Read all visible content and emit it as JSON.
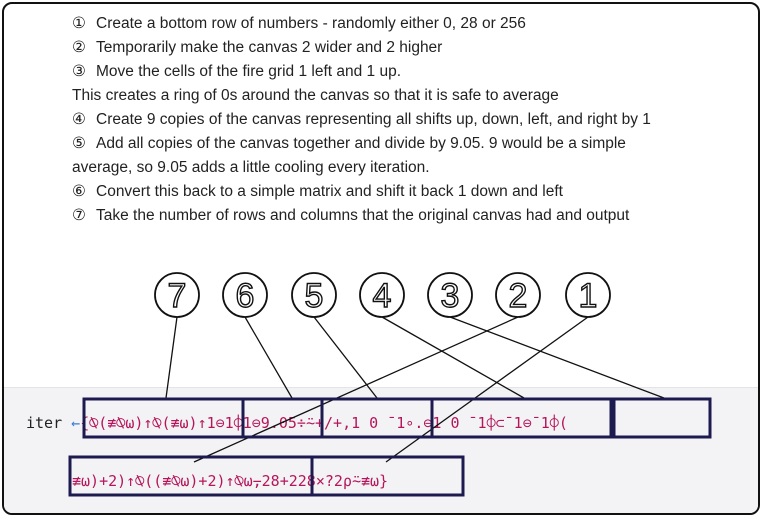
{
  "steps": [
    {
      "num": "①",
      "lines": [
        "Create a bottom row of numbers - randomly either 0, 28 or 256"
      ]
    },
    {
      "num": "②",
      "lines": [
        "Temporarily make the canvas 2 wider and 2 higher"
      ]
    },
    {
      "num": "③",
      "lines": [
        "Move the cells of the fire grid 1 left and 1 up.",
        "This creates a ring of 0s around the canvas so that it is safe to average"
      ]
    },
    {
      "num": "④",
      "lines": [
        "Create 9 copies of the canvas representing all shifts up, down, left, and right by 1"
      ]
    },
    {
      "num": "⑤",
      "lines": [
        "Add all copies of the canvas together and divide by 9.05. 9 would be a simple",
        "average, so 9.05 adds a little cooling every iteration."
      ]
    },
    {
      "num": "⑥",
      "lines": [
        "Convert this back to a simple matrix and shift it back 1 down and left"
      ]
    },
    {
      "num": "⑦",
      "lines": [
        "Take the number of rows and columns that the original canvas had and output"
      ]
    }
  ],
  "circle_labels": [
    "7",
    "6",
    "5",
    "4",
    "3",
    "2",
    "1"
  ],
  "code": {
    "keyword": "iter",
    "arrow": "←",
    "line1_rest": "{⍉(≢⍉⍵)↑⍉(≢⍵)↑1⊖1⌽1⊖9.05÷⍨+/+,1 0 ¯1∘.⊖1 0 ¯1⌽⊂¯1⊖¯1⌽(",
    "line2": "≢⍵)+2)↑⍉((≢⍉⍵)+2)↑⍉⍵⍪28+228×?2⍴⍨≢⍵}"
  },
  "colors": {
    "box_stroke": "#1c1a4e",
    "code": "#b5165b",
    "arrow": "#3a7bd5"
  }
}
